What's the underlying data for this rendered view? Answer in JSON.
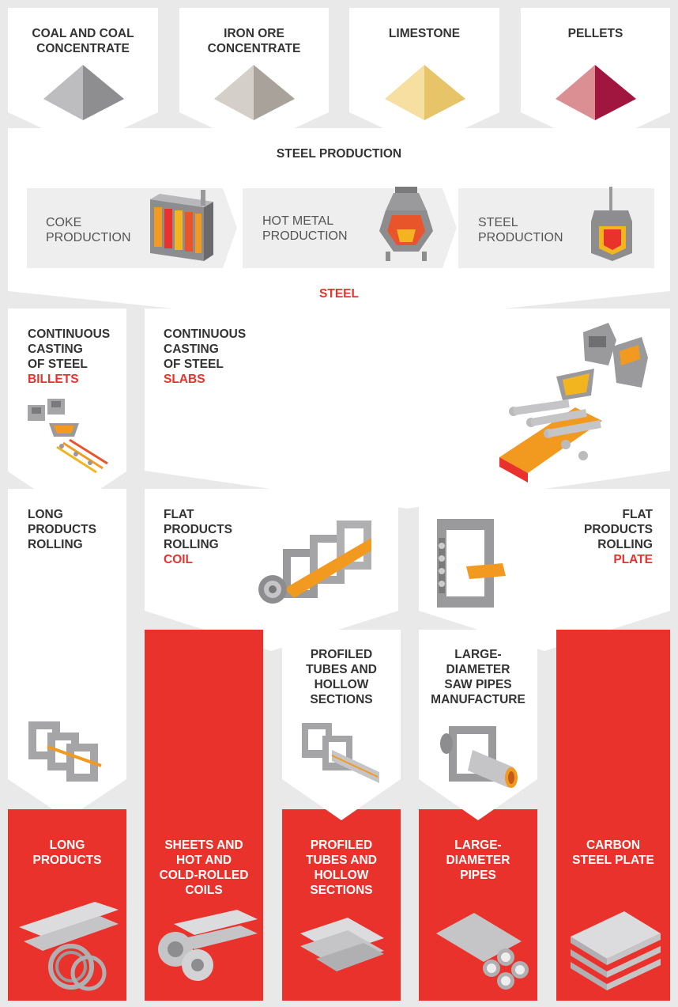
{
  "raw_materials": [
    {
      "label": "COAL AND COAL\nCONCENTRATE",
      "light": "#bdbdbf",
      "dark": "#8e8e90"
    },
    {
      "label": "IRON ORE\nCONCENTRATE",
      "light": "#d4cfc8",
      "dark": "#a9a29a"
    },
    {
      "label": "LIMESTONE",
      "light": "#f6dfa0",
      "dark": "#e8c468"
    },
    {
      "label": "PELLETS",
      "light": "#dc8f93",
      "dark": "#a0163e"
    }
  ],
  "steel_production": {
    "title": "STEEL PRODUCTION",
    "stages": [
      {
        "label": "COKE\nPRODUCTION"
      },
      {
        "label": "HOT METAL\nPRODUCTION"
      },
      {
        "label": "STEEL\nPRODUCTION"
      }
    ],
    "output": "STEEL"
  },
  "casting": {
    "billets": {
      "label": "CONTINUOUS\nCASTING\nOF STEEL",
      "product": "BILLETS"
    },
    "slabs": {
      "label": "CONTINUOUS\nCASTING\nOF STEEL",
      "product": "SLABS"
    }
  },
  "rolling": {
    "long": {
      "label": "LONG\nPRODUCTS\nROLLING"
    },
    "coil": {
      "label": "FLAT\nPRODUCTS\nROLLING",
      "product": "COIL"
    },
    "plate": {
      "label": "FLAT\nPRODUCTS\nROLLING",
      "product": "PLATE"
    }
  },
  "processing": {
    "tubes": {
      "label": "PROFILED\nTUBES AND\nHOLLOW\nSECTIONS"
    },
    "pipes": {
      "label": "LARGE-\nDIAMETER\nSAW PIPES\nMANUFACTURE"
    }
  },
  "products": [
    {
      "label": "LONG\nPRODUCTS"
    },
    {
      "label": "SHEETS AND\nHOT AND\nCOLD-ROLLED\nCOILS"
    },
    {
      "label": "PROFILED\nTUBES AND\nHOLLOW\nSECTIONS"
    },
    {
      "label": "LARGE-\nDIAMETER\nPIPES"
    },
    {
      "label": "CARBON\nSTEEL PLATE"
    }
  ],
  "colors": {
    "accent": "#e8322b",
    "panel": "#ffffff",
    "background": "#e9e9ea",
    "stage_box": "#eeeeef",
    "text": "#333333"
  }
}
